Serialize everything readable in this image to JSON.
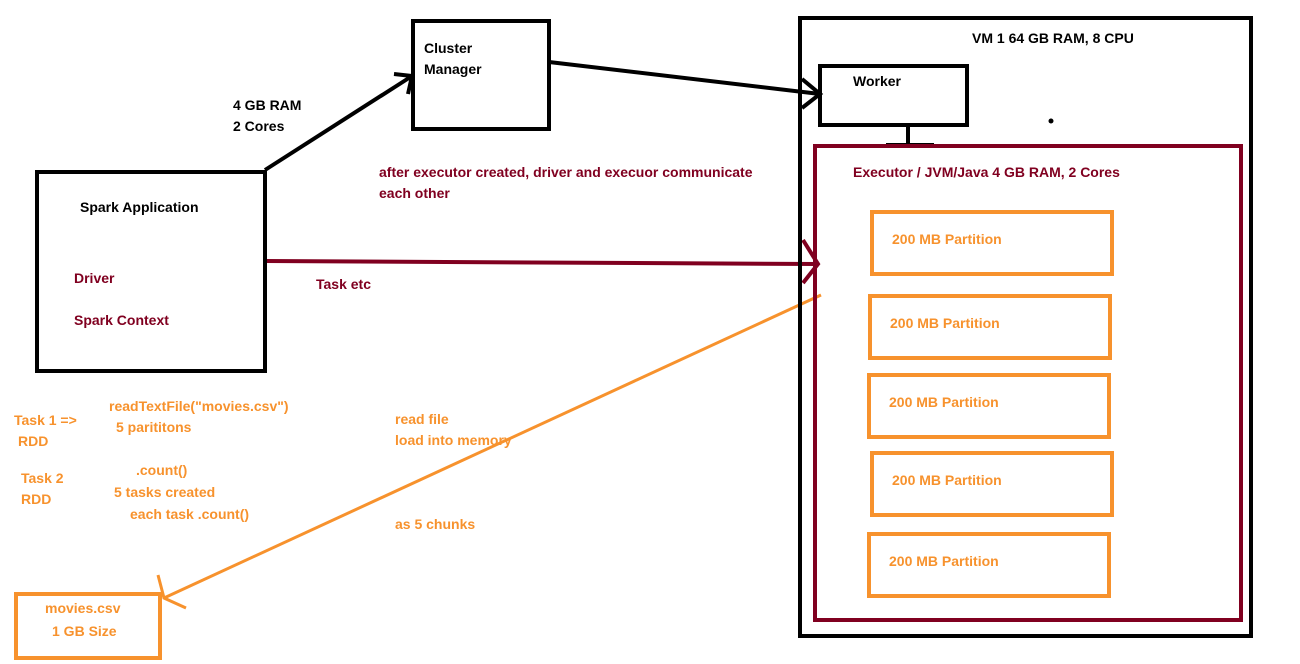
{
  "colors": {
    "black": "#000000",
    "maroon": "#800020",
    "orange": "#f7922d",
    "background": "#ffffff"
  },
  "cluster_manager": {
    "line1": "Cluster",
    "line2": "Manager"
  },
  "resources_label": {
    "line1": "4 GB RAM",
    "line2": "2 Cores"
  },
  "vm": {
    "label": "VM 1 64 GB RAM, 8 CPU"
  },
  "worker": {
    "label": "Worker"
  },
  "executor": {
    "label": "Executor / JVM/Java  4 GB RAM, 2 Cores"
  },
  "partitions": [
    "200 MB Partition",
    "200 MB Partition",
    "200 MB Partition",
    "200 MB Partition",
    "200 MB Partition"
  ],
  "spark_app": {
    "title": "Spark Application",
    "driver": "Driver",
    "context": "Spark Context"
  },
  "communication_note": {
    "line1": "after executor created, driver and execuor communicate",
    "line2": "each other"
  },
  "task_label": "Task etc",
  "task1": {
    "line1": "Task 1 =>",
    "line2": "RDD",
    "code1": "readTextFile(\"movies.csv\")",
    "code2": "5 parititons"
  },
  "task2": {
    "line1": "Task 2",
    "line2": "RDD",
    "code1": ".count()",
    "code2": "5 tasks created",
    "code3": "each task .count()"
  },
  "read_note": {
    "line1": "read file",
    "line2": "load into memory",
    "line3": "as 5 chunks"
  },
  "file": {
    "name": "movies.csv",
    "size": "1 GB Size"
  }
}
